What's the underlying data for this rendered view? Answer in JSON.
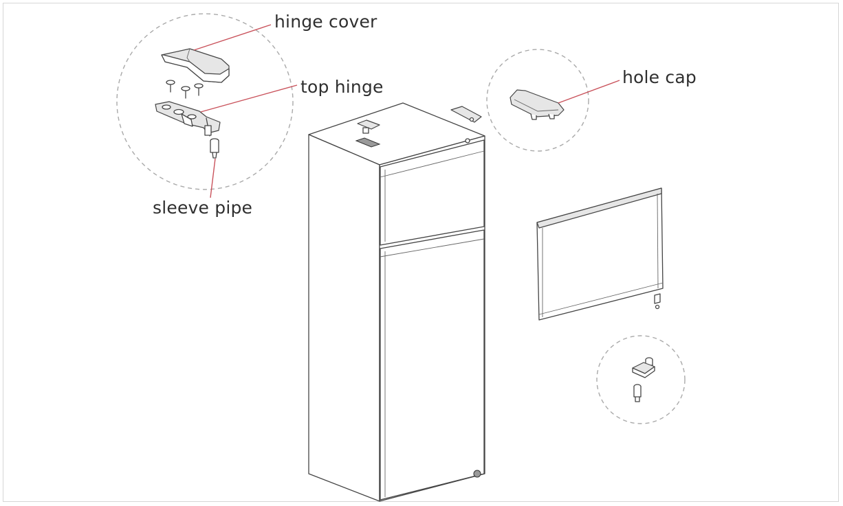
{
  "labels": {
    "hinge_cover": "hinge cover",
    "top_hinge": "top hinge",
    "sleeve_pipe": "sleeve pipe",
    "hole_cap": "hole cap"
  },
  "colors": {
    "leader_line": "#c9525b",
    "dashed_circle": "#a9a9a9",
    "outline": "#444444"
  }
}
